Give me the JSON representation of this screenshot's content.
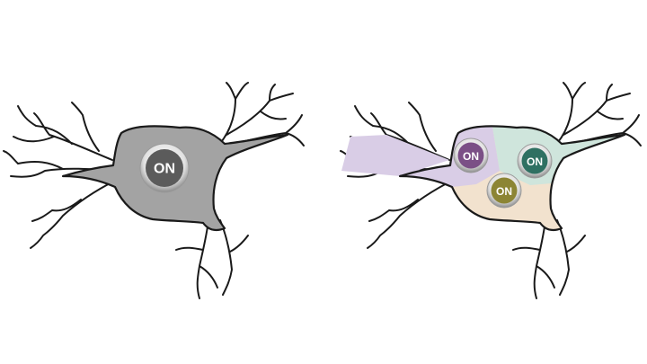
{
  "left_neuron": {
    "soma_color": "#a3a3a3",
    "switch": {
      "label": "ON",
      "color": "#5b5b5b"
    }
  },
  "right_neuron": {
    "regions": [
      {
        "name": "violet-region",
        "color": "#d9cde6"
      },
      {
        "name": "green-region",
        "color": "#cfe5dc"
      },
      {
        "name": "peach-region",
        "color": "#f2e2ce"
      }
    ],
    "switches": [
      {
        "label": "ON",
        "color": "#7b4f86"
      },
      {
        "label": "ON",
        "color": "#2f7062"
      },
      {
        "label": "ON",
        "color": "#8c8534"
      }
    ]
  }
}
